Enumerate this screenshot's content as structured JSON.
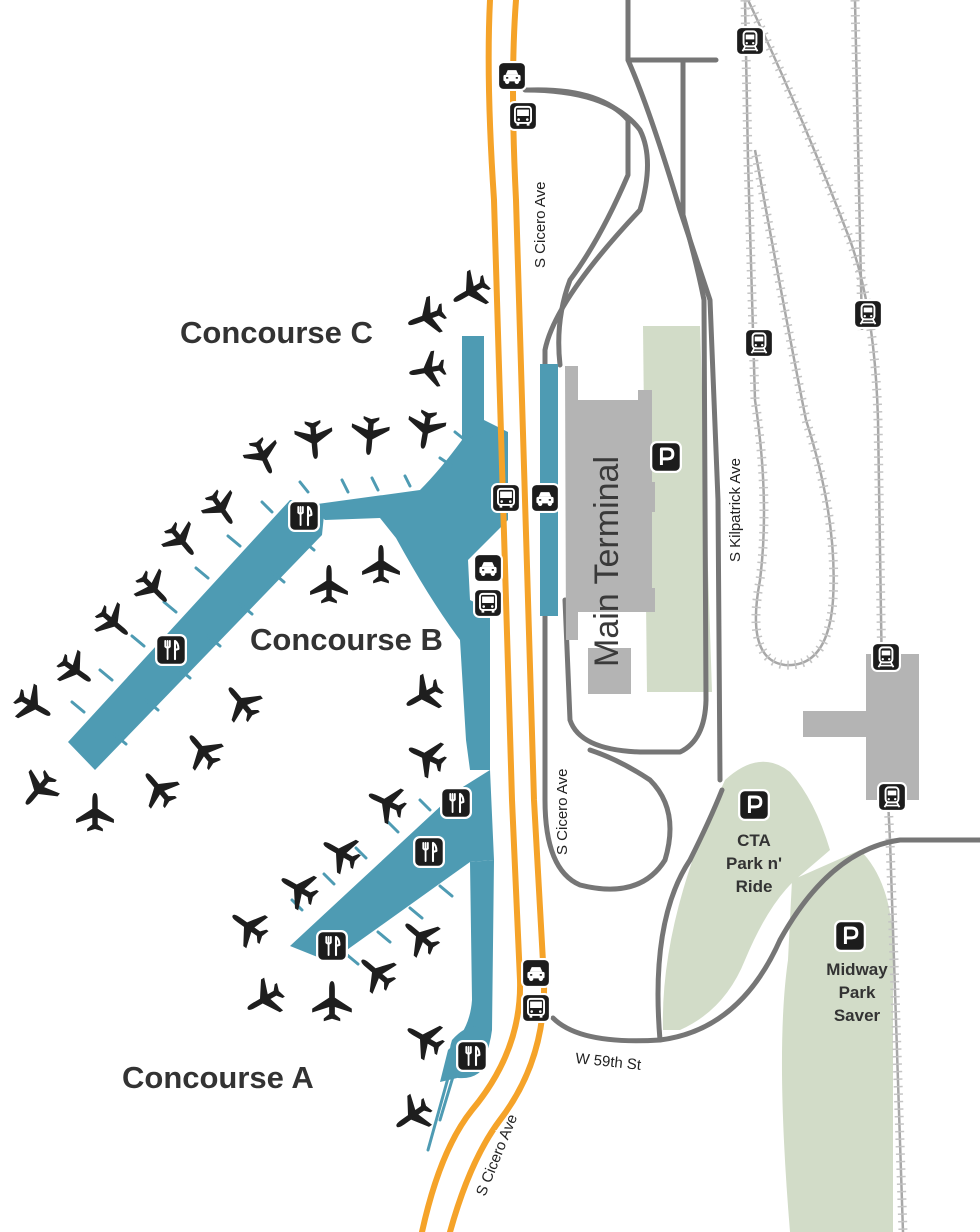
{
  "map": {
    "concourse_labels": {
      "c": "Concourse C",
      "b": "Concourse B",
      "a": "Concourse A"
    },
    "terminal_label": "Main Terminal",
    "road_labels": {
      "cicero_north": "S Cicero Ave",
      "cicero_mid": "S Cicero Ave",
      "cicero_south": "S Cicero Ave",
      "kilpatrick": "S Kilpatrick Ave",
      "w59th": "W 59th St"
    },
    "parking": {
      "symbol": "P",
      "cta_line1": "CTA",
      "cta_line2": "Park n'",
      "cta_line3": "Ride",
      "saver_line1": "Midway",
      "saver_line2": "Park",
      "saver_line3": "Saver"
    },
    "icons": [
      "taxi-icon",
      "bus-icon",
      "train-icon",
      "restaurant-icon",
      "airplane-icon",
      "parking-icon"
    ],
    "colors": {
      "concourse": "#4e9bb3",
      "highway": "#f5a329",
      "road": "#767676",
      "rail": "#a8a8a8",
      "terminal": "#b4b4b4",
      "parking_area": "#d2dcc8",
      "airplane": "#1e1e1e",
      "icon_bg": "#1c1c1c"
    }
  }
}
